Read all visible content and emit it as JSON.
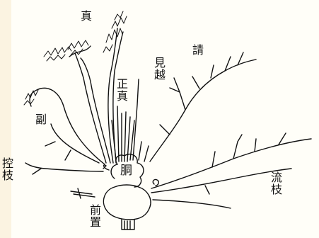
{
  "labels": {
    "shin": "真",
    "sho_shin": "正真",
    "mikoshi": "見越",
    "uke": "請",
    "soe": "副",
    "hikae": "控枝",
    "do": "胴",
    "nagashi": "流枝",
    "mae_oki": "前置"
  },
  "colors": {
    "ink": "#111111",
    "paper": "#fffef8",
    "strip": "#fbf3e1"
  }
}
